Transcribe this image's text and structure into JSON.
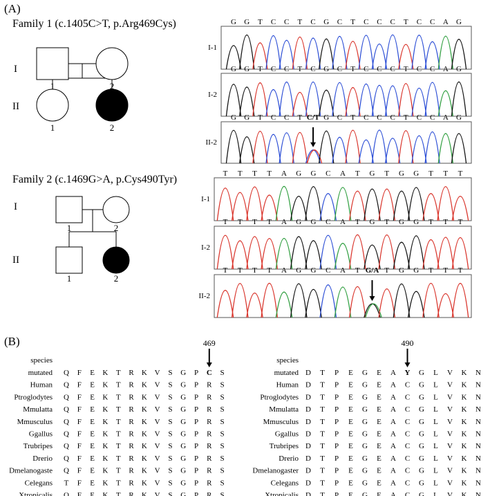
{
  "panel_a_label": "(A)",
  "panel_b_label": "(B)",
  "families": [
    {
      "title": "Family 1 (c.1405C>T, p.Arg469Cys)",
      "gen_labels": [
        "I",
        "II"
      ],
      "members": [
        {
          "gen": 0,
          "sex": "male",
          "affected": false,
          "label": "1"
        },
        {
          "gen": 0,
          "sex": "female",
          "affected": false,
          "label": "2"
        },
        {
          "gen": 1,
          "sex": "female",
          "affected": false,
          "label": "1"
        },
        {
          "gen": 1,
          "sex": "female",
          "affected": true,
          "label": "2"
        }
      ],
      "tracks": [
        {
          "label": "I-1",
          "bases": [
            "G",
            "G",
            "T",
            "C",
            "C",
            "T",
            "C",
            "G",
            "C",
            "T",
            "C",
            "C",
            "C",
            "T",
            "C",
            "C",
            "A",
            "G"
          ],
          "variant_index": null,
          "variant_text": ""
        },
        {
          "label": "I-2",
          "bases": [
            "G",
            "G",
            "T",
            "C",
            "C",
            "T",
            "C",
            "G",
            "C",
            "T",
            "C",
            "C",
            "C",
            "T",
            "C",
            "C",
            "A",
            "G"
          ],
          "variant_index": null,
          "variant_text": ""
        },
        {
          "label": "II-2",
          "bases": [
            "G",
            "G",
            "T",
            "C",
            "C",
            "T",
            "C/T",
            "G",
            "C",
            "T",
            "C",
            "C",
            "C",
            "T",
            "C",
            "C",
            "A",
            "G"
          ],
          "variant_index": 6,
          "variant_text": "C/T"
        }
      ]
    },
    {
      "title": "Family 2 (c.1469G>A, p.Cys490Tyr)",
      "gen_labels": [
        "I",
        "II"
      ],
      "members": [
        {
          "gen": 0,
          "sex": "male",
          "affected": false,
          "label": "1"
        },
        {
          "gen": 0,
          "sex": "female",
          "affected": false,
          "label": "2"
        },
        {
          "gen": 1,
          "sex": "male",
          "affected": false,
          "label": "1"
        },
        {
          "gen": 1,
          "sex": "female",
          "affected": true,
          "label": "2"
        }
      ],
      "tracks": [
        {
          "label": "I-1",
          "bases": [
            "T",
            "T",
            "T",
            "T",
            "A",
            "G",
            "G",
            "C",
            "A",
            "T",
            "G",
            "T",
            "G",
            "G",
            "T",
            "T",
            "T"
          ],
          "variant_index": null,
          "variant_text": ""
        },
        {
          "label": "I-2",
          "bases": [
            "T",
            "T",
            "T",
            "T",
            "A",
            "G",
            "G",
            "C",
            "A",
            "T",
            "G",
            "T",
            "G",
            "G",
            "T",
            "T",
            "T"
          ],
          "variant_index": null,
          "variant_text": ""
        },
        {
          "label": "II-2",
          "bases": [
            "T",
            "T",
            "T",
            "T",
            "A",
            "G",
            "G",
            "C",
            "A",
            "T",
            "G/A",
            "T",
            "G",
            "G",
            "T",
            "T",
            "T"
          ],
          "variant_index": 10,
          "variant_text": "G/A"
        }
      ]
    }
  ],
  "base_colors": {
    "A": "#2e9e3e",
    "C": "#2d4fd6",
    "G": "#111111",
    "T": "#d9342b"
  },
  "alignments": [
    {
      "position_label": "469",
      "mutated_index": 11,
      "header": "species",
      "rows": [
        {
          "species": "mutated",
          "residues": [
            "Q",
            "F",
            "E",
            "K",
            "T",
            "R",
            "K",
            "V",
            "S",
            "G",
            "P",
            "C",
            "S"
          ]
        },
        {
          "species": "Human",
          "residues": [
            "Q",
            "F",
            "E",
            "K",
            "T",
            "R",
            "K",
            "V",
            "S",
            "G",
            "P",
            "R",
            "S"
          ]
        },
        {
          "species": "Ptroglodytes",
          "residues": [
            "Q",
            "F",
            "E",
            "K",
            "T",
            "R",
            "K",
            "V",
            "S",
            "G",
            "P",
            "R",
            "S"
          ]
        },
        {
          "species": "Mmulatta",
          "residues": [
            "Q",
            "F",
            "E",
            "K",
            "T",
            "R",
            "K",
            "V",
            "S",
            "G",
            "P",
            "R",
            "S"
          ]
        },
        {
          "species": "Mmusculus",
          "residues": [
            "Q",
            "F",
            "E",
            "K",
            "T",
            "R",
            "K",
            "V",
            "S",
            "G",
            "P",
            "R",
            "S"
          ]
        },
        {
          "species": "Ggallus",
          "residues": [
            "Q",
            "F",
            "E",
            "K",
            "T",
            "R",
            "K",
            "V",
            "S",
            "G",
            "P",
            "R",
            "S"
          ]
        },
        {
          "species": "Trubripes",
          "residues": [
            "Q",
            "F",
            "E",
            "K",
            "T",
            "R",
            "K",
            "V",
            "S",
            "G",
            "P",
            "R",
            "S"
          ]
        },
        {
          "species": "Drerio",
          "residues": [
            "Q",
            "F",
            "E",
            "K",
            "T",
            "R",
            "K",
            "V",
            "S",
            "G",
            "P",
            "R",
            "S"
          ]
        },
        {
          "species": "Dmelanogaste",
          "residues": [
            "Q",
            "F",
            "E",
            "K",
            "T",
            "R",
            "K",
            "V",
            "S",
            "G",
            "P",
            "R",
            "S"
          ]
        },
        {
          "species": "Celegans",
          "residues": [
            "T",
            "F",
            "E",
            "K",
            "T",
            "R",
            "K",
            "V",
            "S",
            "G",
            "P",
            "R",
            "S"
          ]
        },
        {
          "species": "Xtropicalis",
          "residues": [
            "Q",
            "F",
            "E",
            "K",
            "T",
            "R",
            "K",
            "V",
            "S",
            "G",
            "P",
            "R",
            "S"
          ]
        }
      ]
    },
    {
      "position_label": "490",
      "mutated_index": 7,
      "header": "species",
      "rows": [
        {
          "species": "mutated",
          "residues": [
            "D",
            "T",
            "P",
            "E",
            "G",
            "E",
            "A",
            "Y",
            "G",
            "L",
            "V",
            "K",
            "N"
          ]
        },
        {
          "species": "Human",
          "residues": [
            "D",
            "T",
            "P",
            "E",
            "G",
            "E",
            "A",
            "C",
            "G",
            "L",
            "V",
            "K",
            "N"
          ]
        },
        {
          "species": "Ptroglodytes",
          "residues": [
            "D",
            "T",
            "P",
            "E",
            "G",
            "E",
            "A",
            "C",
            "G",
            "L",
            "V",
            "K",
            "N"
          ]
        },
        {
          "species": "Mmulatta",
          "residues": [
            "D",
            "T",
            "P",
            "E",
            "G",
            "E",
            "A",
            "C",
            "G",
            "L",
            "V",
            "K",
            "N"
          ]
        },
        {
          "species": "Mmusculus",
          "residues": [
            "D",
            "T",
            "P",
            "E",
            "G",
            "E",
            "A",
            "C",
            "G",
            "L",
            "V",
            "K",
            "N"
          ]
        },
        {
          "species": "Ggallus",
          "residues": [
            "D",
            "T",
            "P",
            "E",
            "G",
            "E",
            "A",
            "C",
            "G",
            "L",
            "V",
            "K",
            "N"
          ]
        },
        {
          "species": "Trubripes",
          "residues": [
            "D",
            "T",
            "P",
            "E",
            "G",
            "E",
            "A",
            "C",
            "G",
            "L",
            "V",
            "K",
            "N"
          ]
        },
        {
          "species": "Drerio",
          "residues": [
            "D",
            "T",
            "P",
            "E",
            "G",
            "E",
            "A",
            "C",
            "G",
            "L",
            "V",
            "K",
            "N"
          ]
        },
        {
          "species": "Dmelanogaster",
          "residues": [
            "D",
            "T",
            "P",
            "E",
            "G",
            "E",
            "A",
            "C",
            "G",
            "L",
            "V",
            "K",
            "N"
          ]
        },
        {
          "species": "Celegans",
          "residues": [
            "D",
            "T",
            "P",
            "E",
            "G",
            "E",
            "A",
            "C",
            "G",
            "L",
            "V",
            "K",
            "N"
          ]
        },
        {
          "species": "Xtropicalis",
          "residues": [
            "D",
            "T",
            "P",
            "E",
            "G",
            "E",
            "A",
            "C",
            "G",
            "L",
            "V",
            "K",
            "N"
          ]
        }
      ]
    }
  ]
}
